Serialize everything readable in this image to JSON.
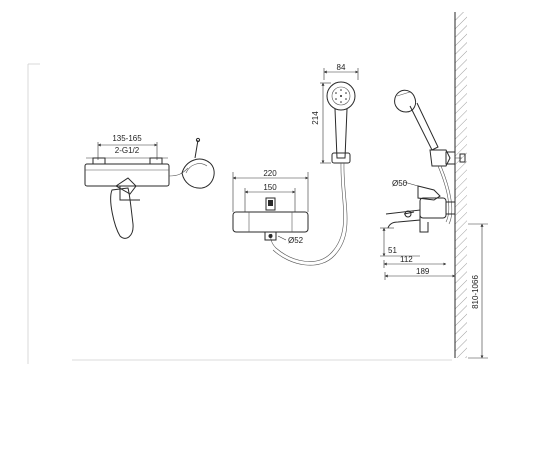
{
  "dimensions": {
    "centre_distance": "135-165",
    "thread": "2-G1/2",
    "head_width": "84",
    "head_height": "214",
    "body_width": "220",
    "handle_spacing": "150",
    "diverter_diameter": "Ø52",
    "handle_diameter": "Ø50",
    "spout_height": "51",
    "spout_projection": "112",
    "total_projection": "189",
    "mount_height": "810-1066"
  }
}
